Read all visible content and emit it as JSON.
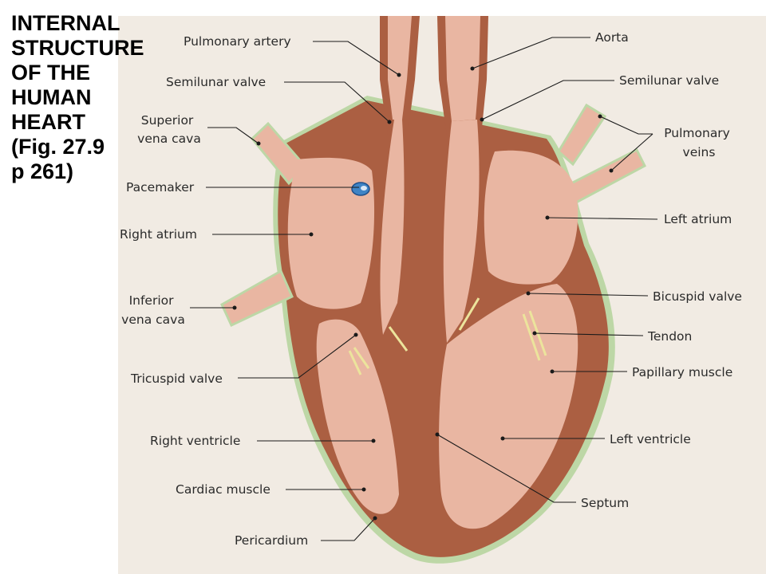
{
  "title_lines": [
    "INTERNAL",
    "STRUCTURE",
    "OF THE",
    "HUMAN",
    "HEART",
    "(Fig. 27.9",
    "p 261)"
  ],
  "labels": {
    "pulmonary_artery": "Pulmonary artery",
    "semilunar_valve_left": "Semilunar valve",
    "superior_vena_cava": [
      "Superior",
      "vena cava"
    ],
    "pacemaker": "Pacemaker",
    "right_atrium": "Right atrium",
    "inferior_vena_cava": [
      "Inferior",
      "vena cava"
    ],
    "tricuspid_valve": "Tricuspid valve",
    "right_ventricle": "Right ventricle",
    "cardiac_muscle": "Cardiac muscle",
    "pericardium": "Pericardium",
    "aorta": "Aorta",
    "semilunar_valve_right": "Semilunar valve",
    "pulmonary_veins": [
      "Pulmonary",
      "veins"
    ],
    "left_atrium": "Left atrium",
    "bicuspid_valve": "Bicuspid valve",
    "tendon": "Tendon",
    "papillary_muscle": "Papillary muscle",
    "left_ventricle": "Left ventricle",
    "septum": "Septum"
  },
  "colors": {
    "muscle": "#ab5f42",
    "chamber": "#e9b6a2",
    "pericardium": "#bdd7a6",
    "tendon": "#ece49c",
    "pacemaker": "#3f84c5",
    "page": "#f1ebe3"
  }
}
